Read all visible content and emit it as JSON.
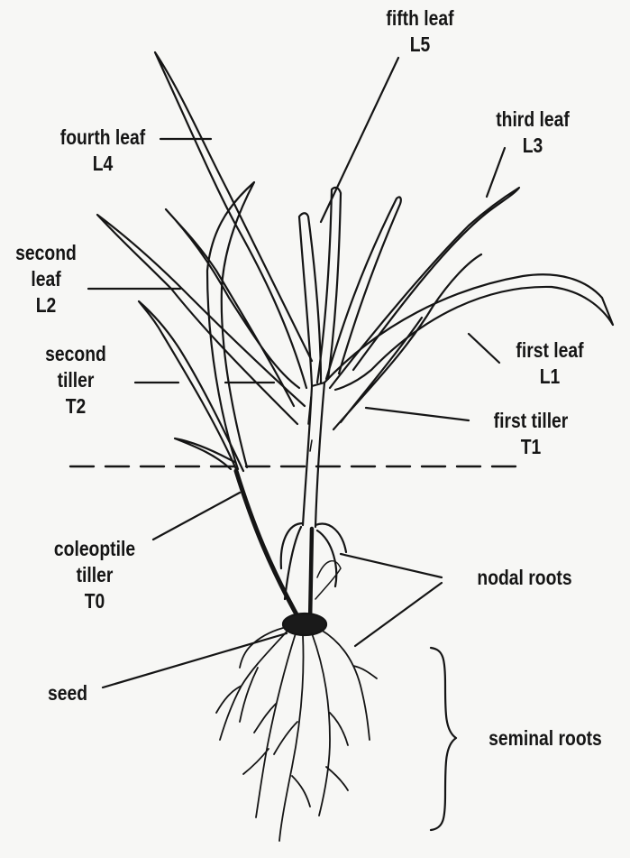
{
  "labels": {
    "fifth_leaf": {
      "line1": "fifth leaf",
      "line2": "L5"
    },
    "fourth_leaf": {
      "line1": "fourth leaf",
      "line2": "L4"
    },
    "third_leaf": {
      "line1": "third leaf",
      "line2": "L3"
    },
    "second_leaf": {
      "line1": "second",
      "line2": "leaf",
      "line3": "L2"
    },
    "second_tiller": {
      "line1": "second",
      "line2": "tiller",
      "line3": "T2"
    },
    "first_leaf": {
      "line1": "first leaf",
      "line2": "L1"
    },
    "first_tiller": {
      "line1": "first tiller",
      "line2": "T1"
    },
    "coleoptile_tiller": {
      "line1": "coleoptile",
      "line2": "tiller",
      "line3": "T0"
    },
    "nodal_roots": "nodal roots",
    "seed": "seed",
    "seminal_roots": "seminal roots"
  },
  "colors": {
    "ink": "#151515",
    "paper": "#f7f7f5",
    "seed_fill": "#1a1a1a"
  }
}
